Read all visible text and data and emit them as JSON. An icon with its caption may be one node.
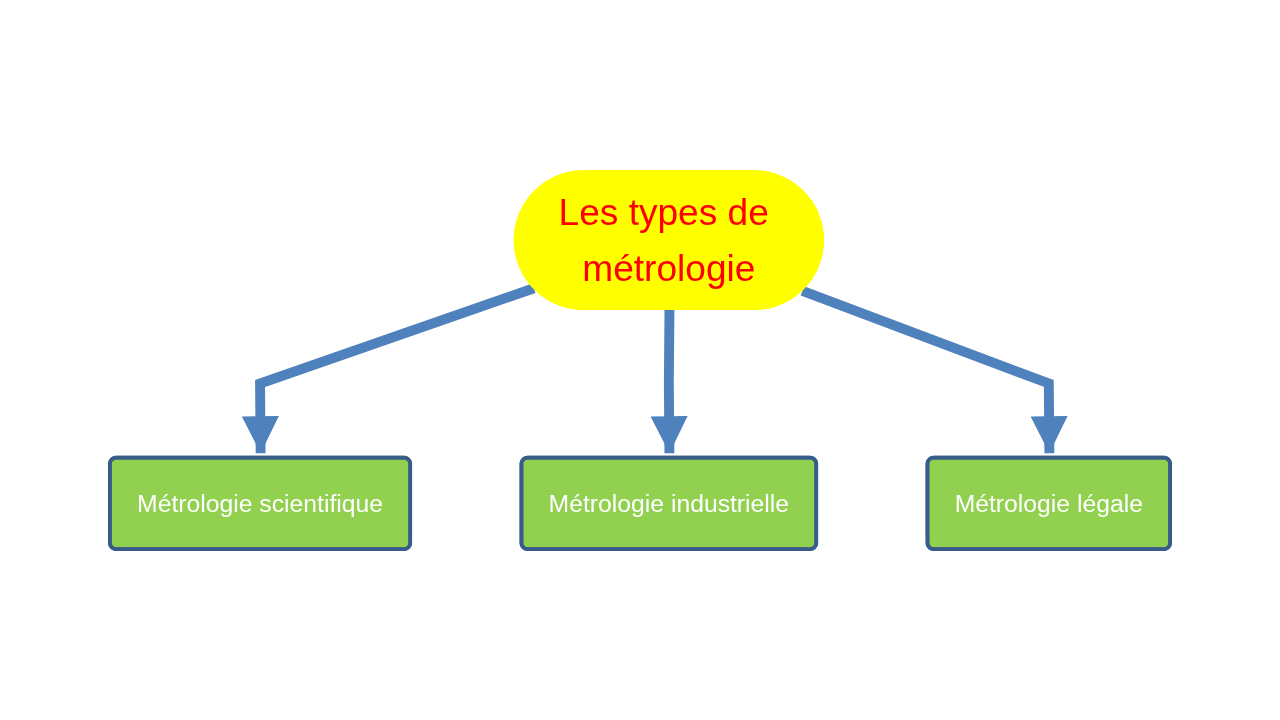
{
  "diagram": {
    "nodes": [
      {
        "text": [
          "Les types de métrologie"
        ]
      },
      {
        "text": [
          "Métrologie scientifique"
        ]
      },
      {
        "text": [
          "Métrologie industrielle"
        ]
      },
      {
        "text": [
          "Métrologie légale"
        ]
      }
    ],
    "edges": [
      {
        "from": 0,
        "to": 1,
        "arrow": "to"
      },
      {
        "from": 0,
        "to": 2,
        "arrow": "to"
      },
      {
        "from": 0,
        "to": 3,
        "arrow": "to"
      }
    ]
  }
}
